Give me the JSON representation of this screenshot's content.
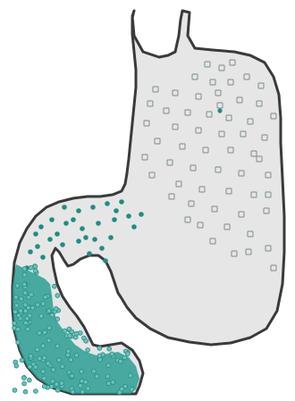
{
  "diagram": {
    "colors": {
      "background": "#ffffff",
      "organ_fill": "#e6e6e6",
      "outline": "#3a3a3a",
      "particle_teal": "#1e8d84",
      "particle_teal_light": "#6fbfb8",
      "particle_hollow": "#8f9b9b",
      "dense_fill": "#2a9e92"
    },
    "stomach_particles": {
      "style": "hollow-square",
      "count": 60
    },
    "duodenum_particles": {
      "style": "filled-circle",
      "dense_region": "lower duodenum"
    }
  }
}
